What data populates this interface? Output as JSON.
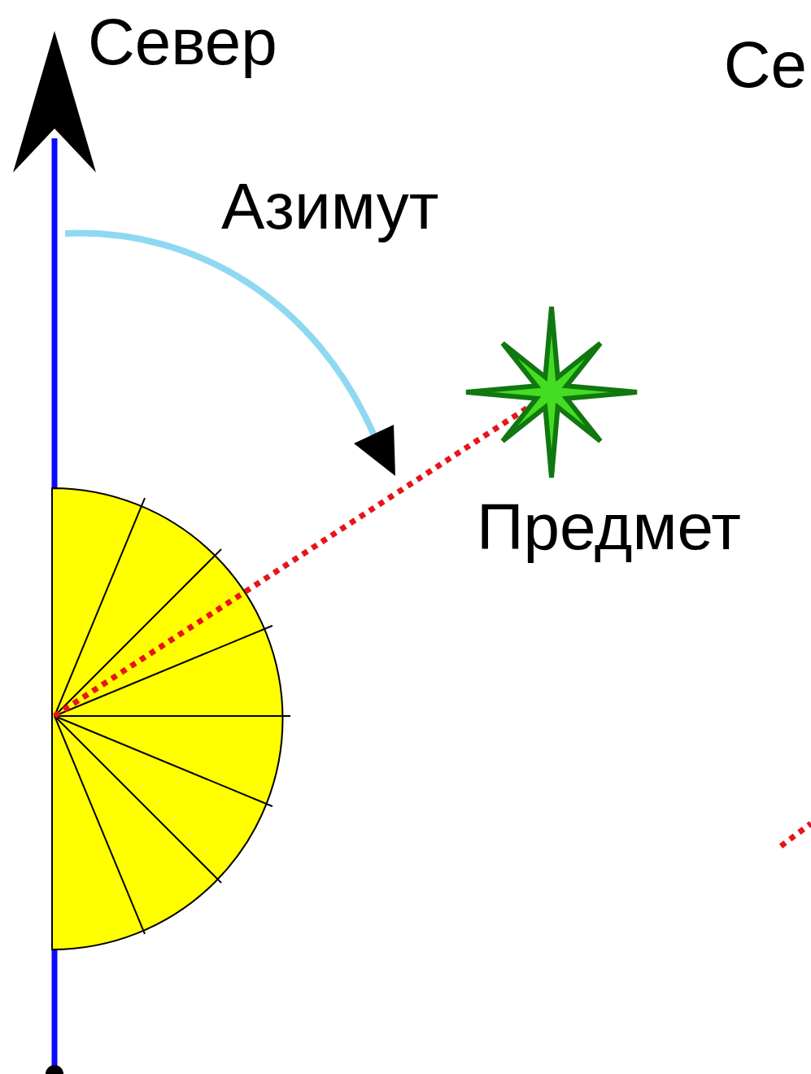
{
  "diagram": {
    "labels": [
      "Север",
      "Се",
      "Азимут",
      "Предмет"
    ]
  }
}
